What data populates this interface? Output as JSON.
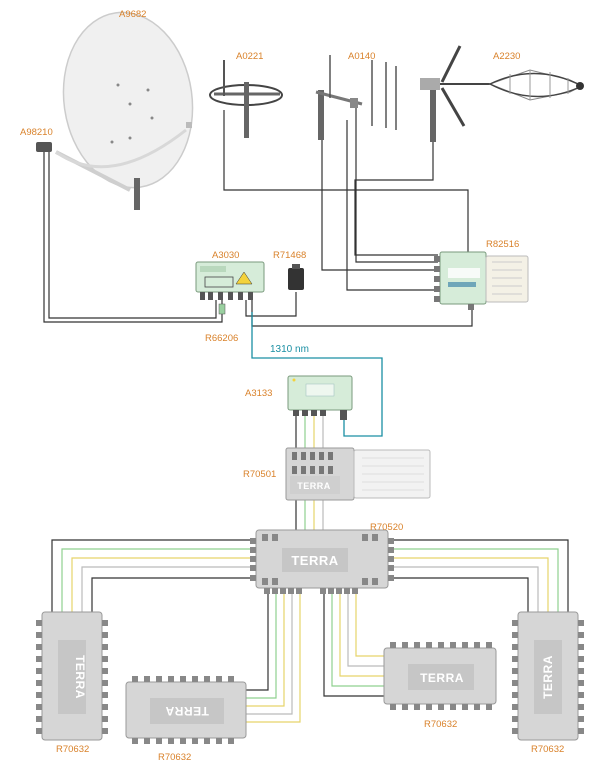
{
  "labels": {
    "dish": "A9682",
    "lnb": "A98210",
    "ant1": "A0221",
    "ant2": "A0140",
    "ant3": "A2230",
    "transmitter": "A3030",
    "psu": "R71468",
    "amp": "R82516",
    "injector": "R66206",
    "fiber": "1310 nm",
    "receiver": "A3133",
    "ms_top": "R70501",
    "ms_center": "R70520",
    "ms_left": "R70632",
    "ms_bottom_left": "R70632",
    "ms_bottom_right": "R70632",
    "ms_right": "R70632"
  },
  "brand": {
    "ms_top": "TERRA",
    "ms_center": "TERRA",
    "ms_left": "TERRA",
    "ms_bottom_left": "TERRA",
    "ms_bottom_right": "TERRA",
    "ms_right": "TERRA"
  },
  "colors": {
    "label": "#d9822b",
    "fiber": "#1a8fa3",
    "cable_dark": "#333333",
    "cable_green": "#8fd08f",
    "cable_yellow": "#e6d46a",
    "cable_grey": "#bbbbbb",
    "device_green": "#d6ecd9",
    "device_grey": "#d6d6d6"
  }
}
